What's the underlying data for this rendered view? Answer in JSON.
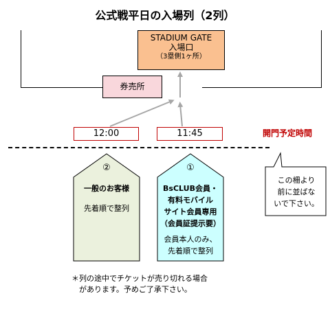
{
  "title": "公式戦平日の入場列（2列）",
  "gate": {
    "line1": "STADIUM GATE",
    "line2": "入場口",
    "line3": "（3塁側1ヶ所）"
  },
  "ticket_office": "券売所",
  "times": {
    "left": "12:00",
    "right": "11:45"
  },
  "gate_open_label": "開門予定時間",
  "queues": [
    {
      "number": "②",
      "name": "一般のお客様",
      "detail": "先着順で整列",
      "fill": "#ebf1dd"
    },
    {
      "number": "①",
      "name_lines": [
        "BsCLUB会員・",
        "有料モバイル",
        "サイト会員専用",
        "（会員証提示要）"
      ],
      "detail_lines": [
        "会員本人のみ、",
        "先着順で整列"
      ],
      "fill": "#ccffff"
    }
  ],
  "callout_lines": [
    "この柵より",
    "前に並ばな",
    "いで下さい。"
  ],
  "footnote_lines": [
    "＊列の途中でチケットが売り切れる場合",
    "　があります。予めご了承下さい。"
  ],
  "colors": {
    "gate_fill": "#fac090",
    "ticket_fill": "#f9d7dc",
    "time_border": "#c00000",
    "open_label": "#c00000"
  }
}
